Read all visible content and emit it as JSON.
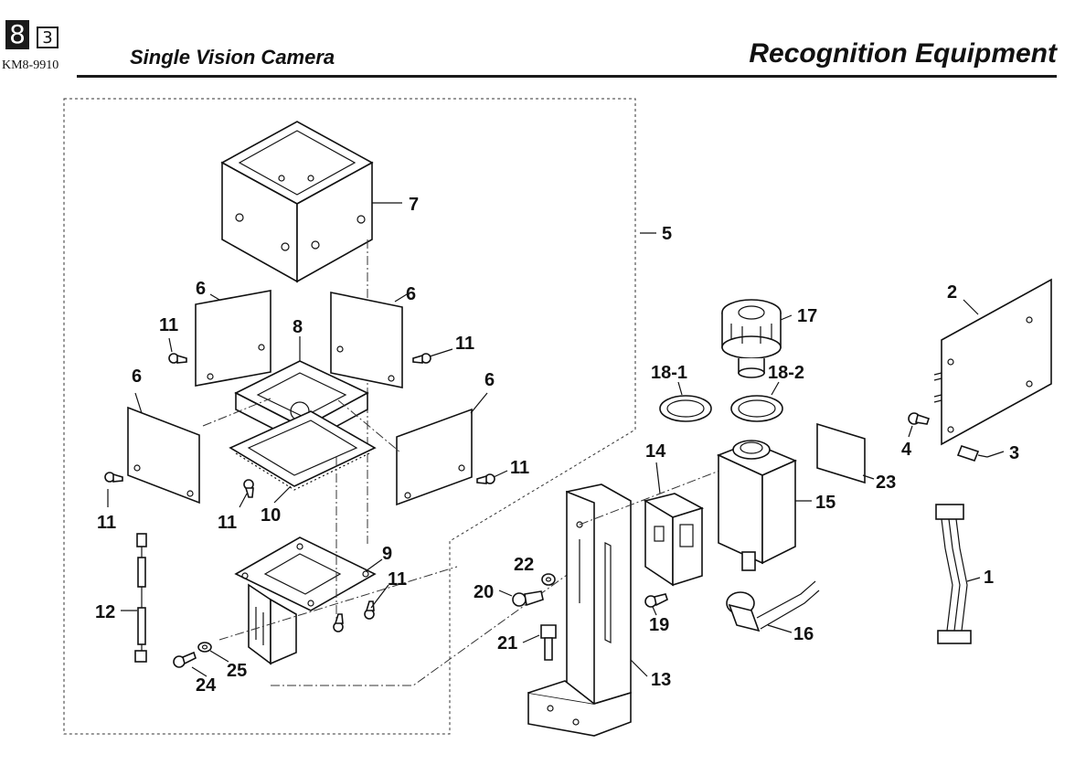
{
  "header": {
    "chapter": "8",
    "section": "3",
    "model_code": "KM8-9910",
    "subtitle": "Single Vision Camera",
    "title": "Recognition Equipment"
  },
  "labels": {
    "p1": "1",
    "p2": "2",
    "p3": "3",
    "p4": "4",
    "p5": "5",
    "p6a": "6",
    "p6b": "6",
    "p6c": "6",
    "p6d": "6",
    "p7": "7",
    "p8": "8",
    "p9": "9",
    "p10": "10",
    "p11a": "11",
    "p11b": "11",
    "p11c": "11",
    "p11d": "11",
    "p11e": "11",
    "p12": "12",
    "p13": "13",
    "p14": "14",
    "p15": "15",
    "p16": "16",
    "p17": "17",
    "p18_1": "18-1",
    "p18_2": "18-2",
    "p19": "19",
    "p20": "20",
    "p21": "21",
    "p22": "22",
    "p23": "23",
    "p24": "24",
    "p25": "25"
  }
}
